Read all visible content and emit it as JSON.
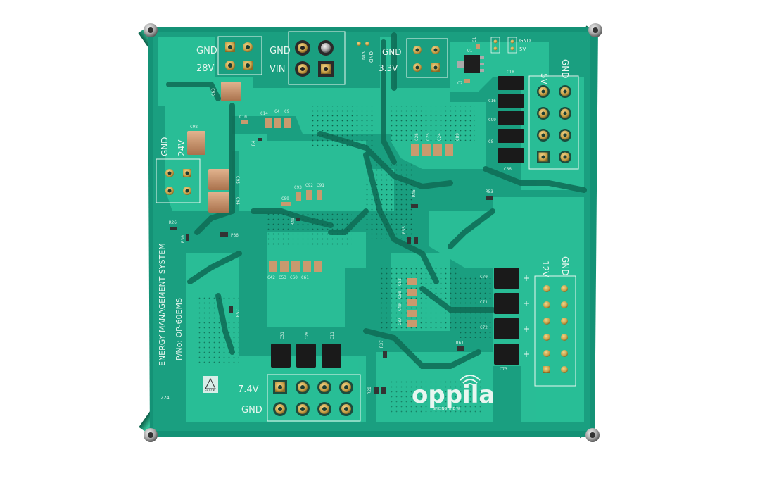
{
  "board": {
    "title": "ENERGY MANAGEMENT SYSTEM",
    "part_number": "P/No: OP-60EMS",
    "logo_text": "oppila",
    "logo_tagline": "SPICING THE W",
    "badge_text": "EPT OK",
    "corner_code": "224",
    "colors": {
      "pcb": "#1fa383",
      "pcb_dark": "#0f6f58",
      "copper": "#27c49a",
      "silkscreen": "#e9f7f0",
      "pad_gold": "#c9a24a"
    }
  },
  "connectors": {
    "c28v": {
      "gnd": "GND",
      "volt": "28V"
    },
    "vin": {
      "gnd": "GND",
      "vin": "VIN"
    },
    "vin_small": {
      "vin": "VIN",
      "gnd": "GND"
    },
    "c33v": {
      "gnd": "GND",
      "volt": "3.3V"
    },
    "c5v_small": {
      "gnd": "GND",
      "volt": "5V"
    },
    "c5v": {
      "volt": "5V",
      "gnd": "GND"
    },
    "c24v": {
      "gnd": "GND",
      "volt": "24V"
    },
    "c12v": {
      "volt": "12V",
      "gnd": "GND"
    },
    "c74v": {
      "volt": "7.4V",
      "gnd": "GND"
    }
  },
  "components": {
    "C63": "C63",
    "C98": "C98",
    "C95": "C95",
    "C94": "C94",
    "C10": "C10",
    "C14": "C14",
    "C4": "C4",
    "C9": "C9",
    "R4": "R4",
    "C92": "C92",
    "C93": "C93",
    "C91": "C91",
    "C89": "C89",
    "R26": "R26",
    "R30": "R30",
    "P36": "P36",
    "R49": "R49",
    "C42": "C42",
    "C53": "C53",
    "C60": "C60",
    "C61": "C61",
    "R57": "R57",
    "C26": "C26",
    "C25": "C25",
    "C24": "C24",
    "C89b": "C89",
    "U1": "U1",
    "C1": "C1",
    "C2": "C2",
    "C18": "C18",
    "C16": "C16",
    "C99": "C99",
    "C8": "C8",
    "C66": "C66",
    "R45": "R45",
    "R53": "R53",
    "R55": "R55",
    "C52": "C52",
    "C50": "C50",
    "C40": "C40",
    "C37": "C37",
    "C31": "C31",
    "C28": "C28",
    "C11": "C11",
    "R37": "R37",
    "R28": "R28",
    "R61": "R61",
    "C70": "C70",
    "C71": "C71",
    "C72": "C72",
    "C73": "C73"
  }
}
